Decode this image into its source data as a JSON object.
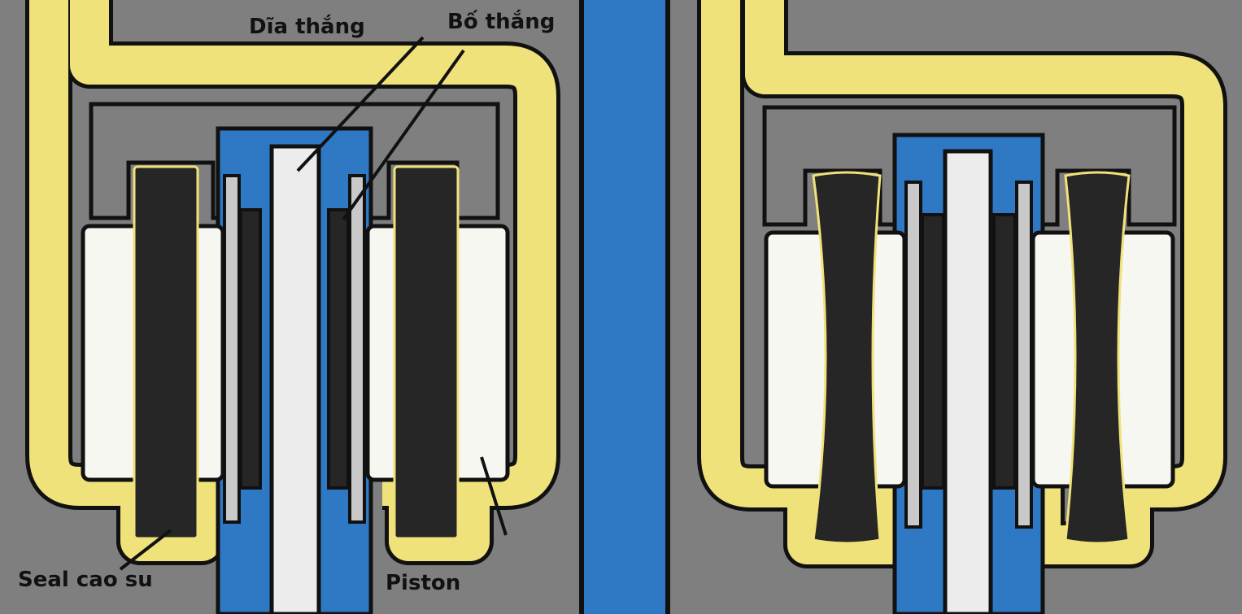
{
  "labels": {
    "disc": "Dĩa thắng",
    "pad": "Bố thắng",
    "seal": "Seal cao su",
    "piston": "Piston"
  },
  "colors": {
    "background": "#7f7f7f",
    "fluid_line": "#f0e27a",
    "caliper_outline": "#111111",
    "hub": "#2f78c4",
    "disc": "#ececec",
    "piston": "#f7f7f2",
    "seal": "#262626",
    "pad_plate": "#c9c9c9"
  }
}
